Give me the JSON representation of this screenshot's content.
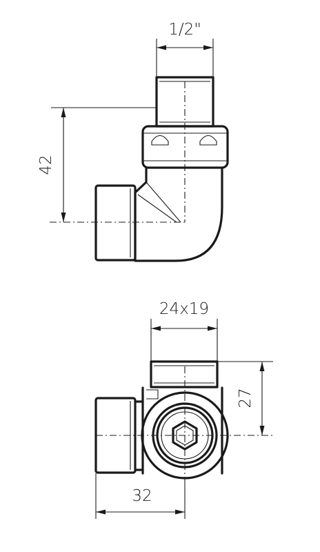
{
  "drawing": {
    "top_view": {
      "thread_label": "1/2\"",
      "height_label": "42"
    },
    "bottom_view": {
      "nut_label": "24x19",
      "height_label": "27",
      "width_label": "32"
    }
  }
}
